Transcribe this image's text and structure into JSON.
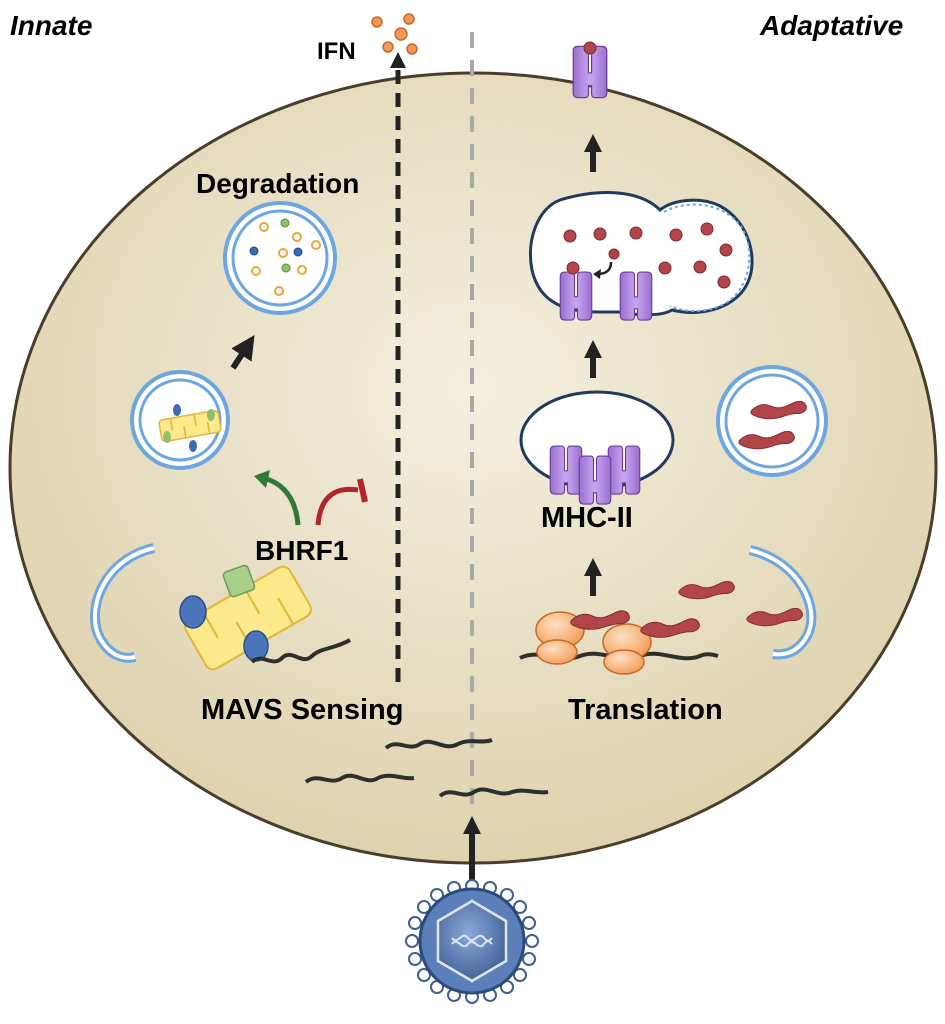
{
  "labels": {
    "innate": "Innate",
    "adaptative": "Adaptative",
    "ifn": "IFN",
    "degradation": "Degradation",
    "bhrf1": "BHRF1",
    "mavs_sensing": "MAVS Sensing",
    "mhc_ii": "MHC-II",
    "translation": "Translation"
  },
  "colors": {
    "cell_fill_top": "#f3eedd",
    "cell_fill_bottom": "#ddd2ad",
    "cell_outline": "#4a3d2a",
    "membrane_blue": "#6da6e0",
    "mitochondrion": "#fbe98c",
    "mhc_purple": "#b48be0",
    "ribosome_orange": "#f7b37a",
    "peptide_red": "#b2454a",
    "ifn_orange": "#f2995a",
    "virus_blue": "#5b7fb8",
    "promote_green": "#2f7a3a",
    "inhibit_red": "#b3242b",
    "divider_gray": "#a9a9a9"
  }
}
